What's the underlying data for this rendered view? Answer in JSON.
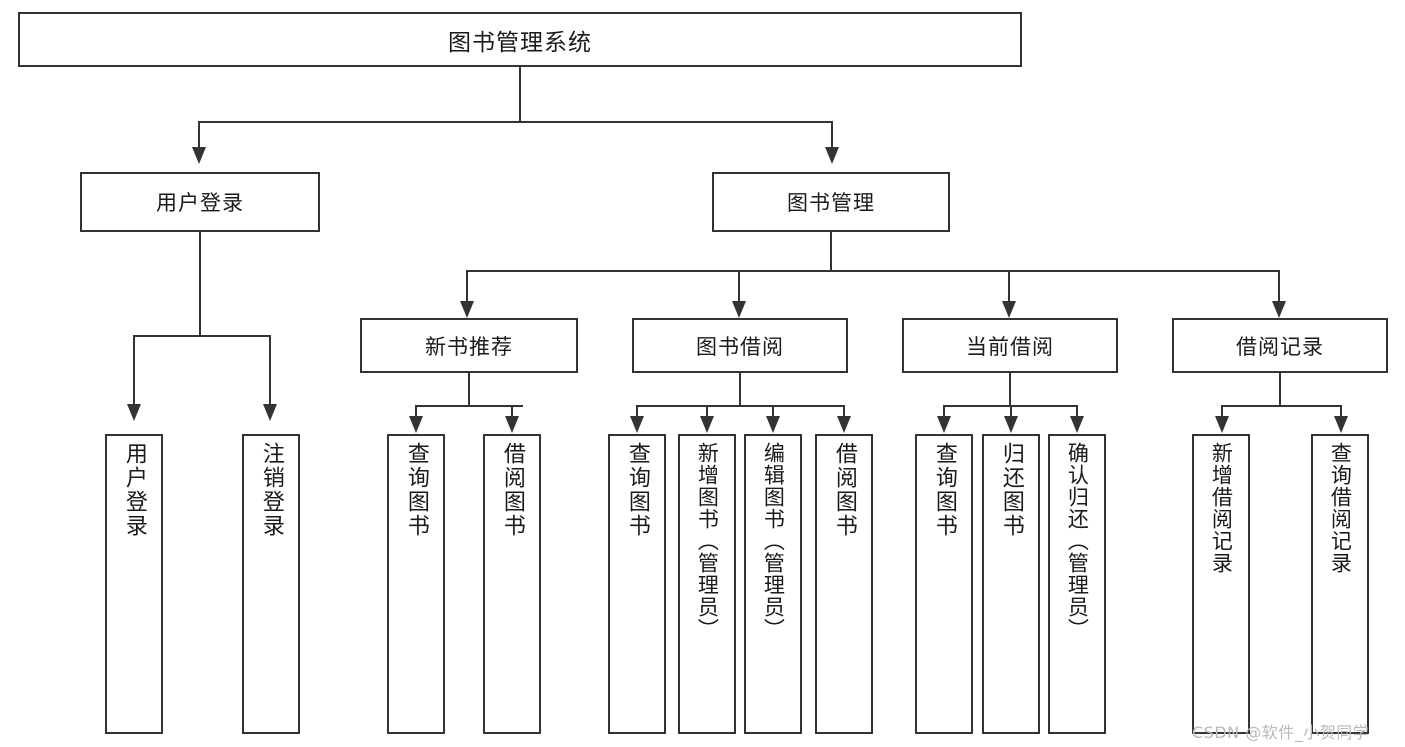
{
  "diagram": {
    "title": "图书管理系统",
    "root": {
      "label": "图书管理系统"
    },
    "level2": [
      {
        "label": "用户登录"
      },
      {
        "label": "图书管理"
      }
    ],
    "level3": [
      {
        "label": "新书推荐"
      },
      {
        "label": "图书借阅"
      },
      {
        "label": "当前借阅"
      },
      {
        "label": "借阅记录"
      }
    ],
    "leaves": {
      "user_login": [
        {
          "label": "用户登录"
        },
        {
          "label": "注销登录"
        }
      ],
      "new_book_recommend": [
        {
          "label": "查询图书"
        },
        {
          "label": "借阅图书"
        }
      ],
      "book_borrow": [
        {
          "label": "查询图书"
        },
        {
          "label": "新增图书（管理员）"
        },
        {
          "label": "编辑图书（管理员）"
        },
        {
          "label": "借阅图书"
        }
      ],
      "current_borrow": [
        {
          "label": "查询图书"
        },
        {
          "label": "归还图书"
        },
        {
          "label": "确认归还（管理员）"
        }
      ],
      "borrow_record": [
        {
          "label": "新增借阅记录"
        },
        {
          "label": "查询借阅记录"
        }
      ]
    }
  },
  "watermark": {
    "text": "CSDN @软件_小贺同学"
  },
  "colors": {
    "border": "#333333",
    "text": "#1a1a1a",
    "background": "#ffffff",
    "watermark": "#b9b9b9"
  }
}
